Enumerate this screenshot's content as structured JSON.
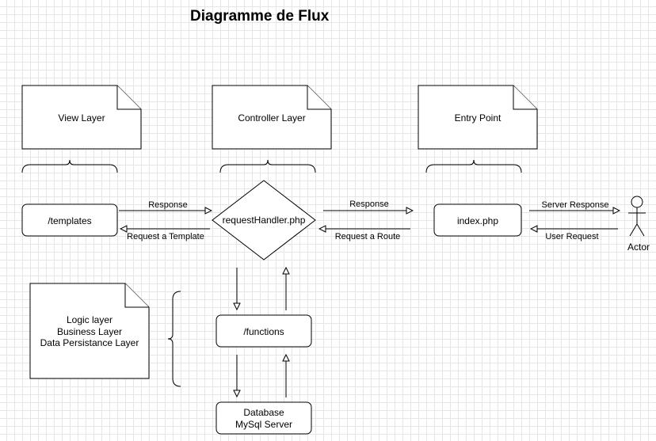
{
  "title": "Diagramme de Flux",
  "notes": {
    "view_layer": "View Layer",
    "controller_layer": "Controller Layer",
    "entry_point": "Entry Point",
    "logic": [
      "Logic layer",
      "Business Layer",
      "Data Persistance Layer"
    ]
  },
  "nodes": {
    "templates": "/templates",
    "request_handler": "requestHandler.php",
    "index": "index.php",
    "functions": "/functions",
    "database": [
      "Database",
      "MySql Server"
    ],
    "actor": "Actor"
  },
  "edges": {
    "templates_to_handler": "Response",
    "handler_to_templates": "Request a Template",
    "handler_to_index": "Response",
    "index_to_handler": "Request a Route",
    "index_to_actor": "Server Response",
    "actor_to_index": "User Request"
  }
}
